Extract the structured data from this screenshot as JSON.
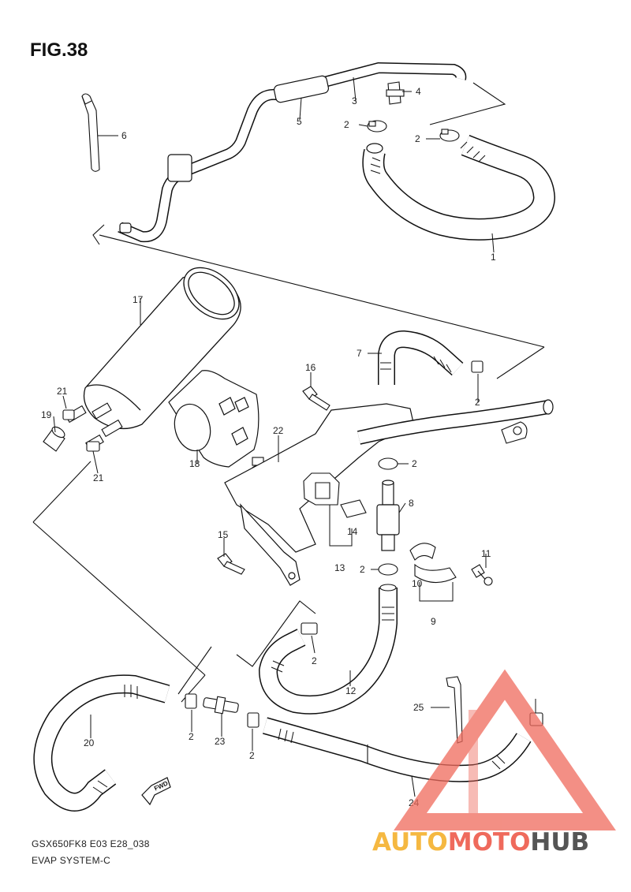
{
  "figure_title": "FIG.38",
  "footer": {
    "model_code": "GSX650FK8 E03 E28_038",
    "system_name": "EVAP SYSTEM-C"
  },
  "direction_marker": "FWD",
  "watermark": {
    "text_part1": "AUTO",
    "text_part2": "MOTO",
    "text_part3": "HUB",
    "color_part1": "#f5b841",
    "color_part2": "#ef6a5c",
    "color_part3": "#555555",
    "triangle_color": "#ef6a5c"
  },
  "callouts": [
    "1",
    "2",
    "2",
    "2",
    "2",
    "2",
    "2",
    "2",
    "2",
    "3",
    "4",
    "5",
    "6",
    "7",
    "8",
    "9",
    "10",
    "11",
    "12",
    "13",
    "14",
    "15",
    "16",
    "17",
    "18",
    "19",
    "20",
    "21",
    "21",
    "22",
    "23",
    "24",
    "25"
  ]
}
